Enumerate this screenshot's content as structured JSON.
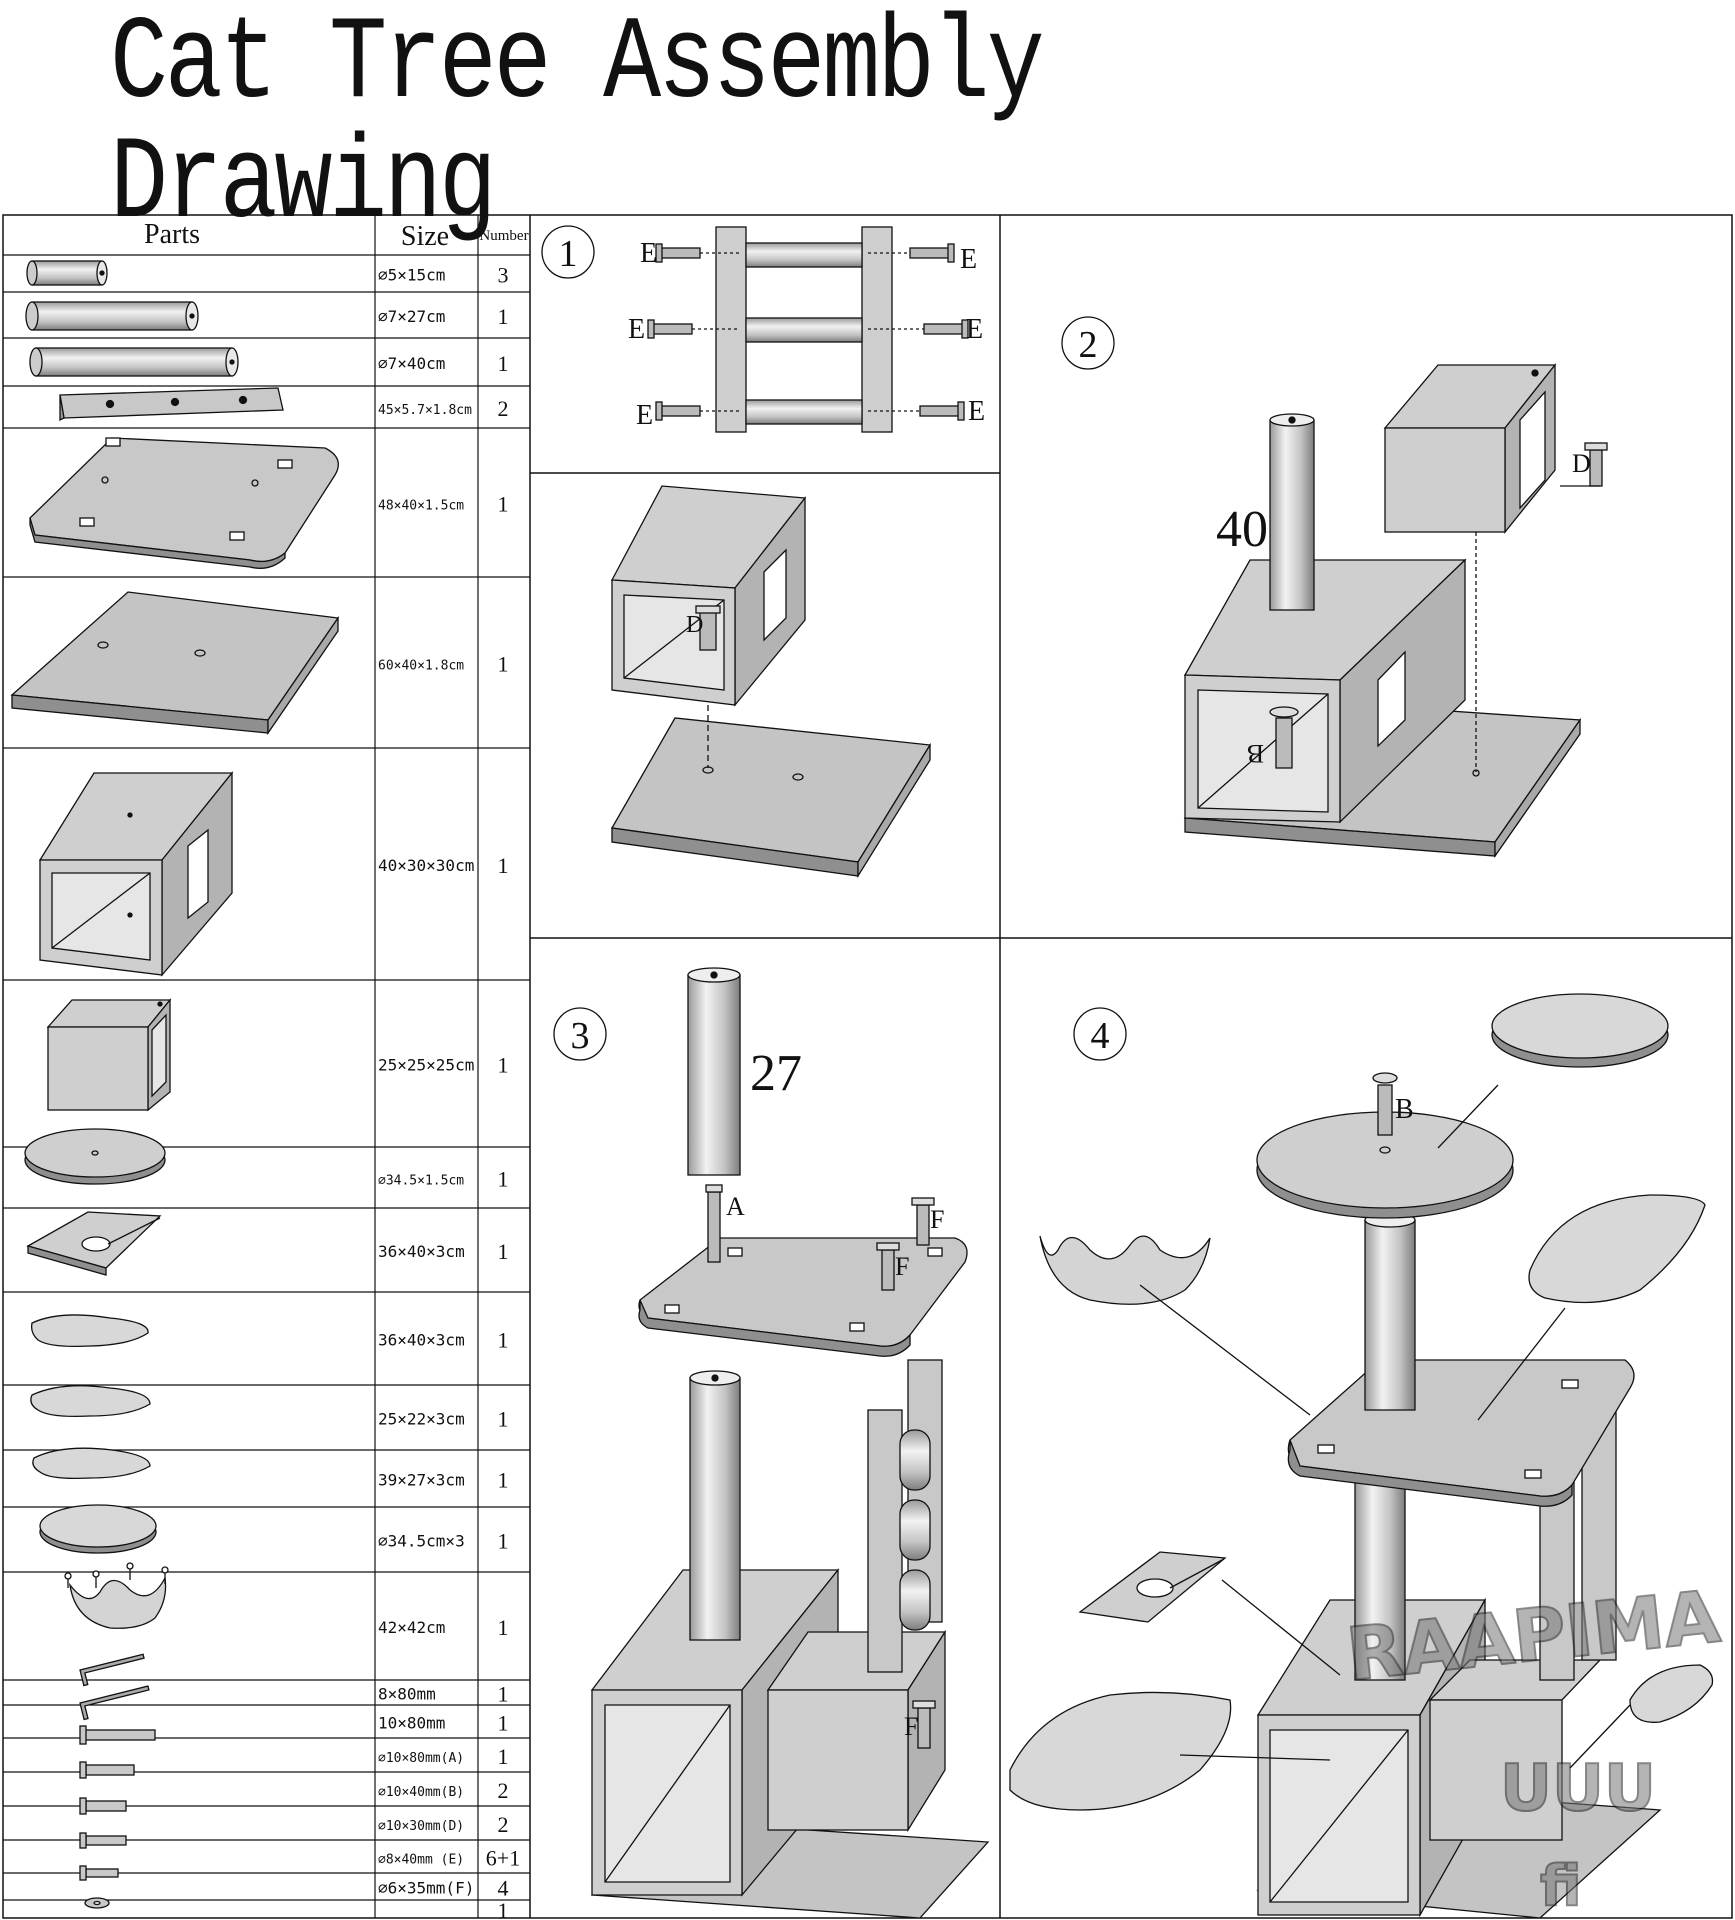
{
  "title": "Cat Tree Assembly Drawing",
  "table": {
    "headers": {
      "parts": "Parts",
      "size": "Size",
      "number": "Number"
    },
    "rows": [
      {
        "part": "post-small",
        "size": "∅5×15cm",
        "number": "3"
      },
      {
        "part": "post-medium",
        "size": "∅7×27cm",
        "number": "1"
      },
      {
        "part": "post-large",
        "size": "∅7×40cm",
        "number": "1"
      },
      {
        "part": "support-board",
        "size": "45×5.7×1.8cm",
        "number": "2"
      },
      {
        "part": "top-platform",
        "size": "48×40×1.5cm",
        "number": "1"
      },
      {
        "part": "base-board",
        "size": "60×40×1.8cm",
        "number": "1"
      },
      {
        "part": "large-condo",
        "size": "40×30×30cm",
        "number": "1"
      },
      {
        "part": "small-condo",
        "size": "25×25×25cm",
        "number": "1"
      },
      {
        "part": "round-platform",
        "size": "∅34.5×1.5cm",
        "number": "1"
      },
      {
        "part": "board-with-hole",
        "size": "36×40×3cm",
        "number": "1"
      },
      {
        "part": "cushion-1",
        "size": "36×40×3cm",
        "number": "1"
      },
      {
        "part": "cushion-2",
        "size": "25×22×3cm",
        "number": "1"
      },
      {
        "part": "cushion-3",
        "size": "39×27×3cm",
        "number": "1"
      },
      {
        "part": "round-cushion",
        "size": "∅34.5cm×3",
        "number": "1"
      },
      {
        "part": "hammock",
        "size": "42×42cm",
        "number": "1"
      },
      {
        "part": "allen-key-8",
        "size": "8×80mm",
        "number": "1"
      },
      {
        "part": "allen-key-10",
        "size": "10×80mm",
        "number": "1"
      },
      {
        "part": "bolt-a",
        "size": "∅10×80mm(A)",
        "number": "1"
      },
      {
        "part": "bolt-b",
        "size": "∅10×40mm(B)",
        "number": "2"
      },
      {
        "part": "bolt-d",
        "size": "∅10×30mm(D)",
        "number": "2"
      },
      {
        "part": "bolt-e",
        "size": "∅8×40mm (E)",
        "number": "6+1"
      },
      {
        "part": "bolt-f",
        "size": "∅6×35mm(F)",
        "number": "4"
      },
      {
        "part": "washer",
        "size": "",
        "number": "1"
      }
    ]
  },
  "steps": {
    "s1": {
      "num": "1",
      "labels": [
        "E",
        "E",
        "E",
        "E",
        "E",
        "E"
      ],
      "d": "D"
    },
    "s2": {
      "num": "2",
      "height": "40",
      "d": "D",
      "b": "B"
    },
    "s3": {
      "num": "3",
      "height": "27",
      "a": "A",
      "f": "F"
    },
    "s4": {
      "num": "4",
      "b": "B"
    }
  },
  "watermark": {
    "line1": "RAAPIMA",
    "line2": "UUU",
    "line3": "fi"
  }
}
